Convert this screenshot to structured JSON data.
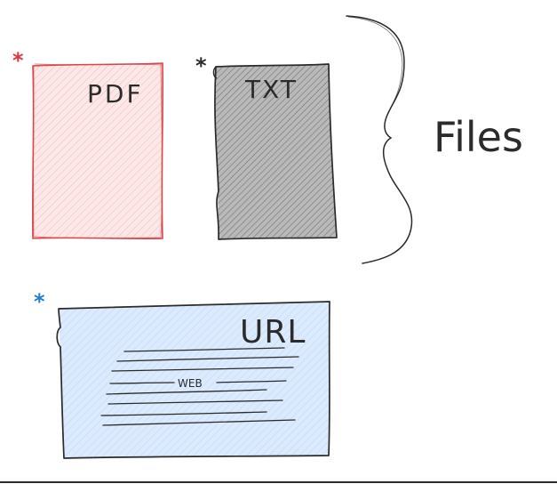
{
  "documents": {
    "pdf": {
      "label": "PDF",
      "fill": "#fde8e8",
      "stroke": "#d9464b",
      "asterisk_color": "#e0353a"
    },
    "txt": {
      "label": "TXT",
      "fill": "#b9b9b9",
      "stroke": "#2b2b2b",
      "asterisk_color": "#2b2b2b"
    },
    "url": {
      "label": "URL",
      "inner_label": "WEB",
      "fill": "#dbeafc",
      "stroke": "#2b2b2b",
      "asterisk_color": "#1c7ed6"
    }
  },
  "group": {
    "label": "Files"
  },
  "colors": {
    "ink": "#2b2b2b",
    "background": "#ffffff"
  }
}
